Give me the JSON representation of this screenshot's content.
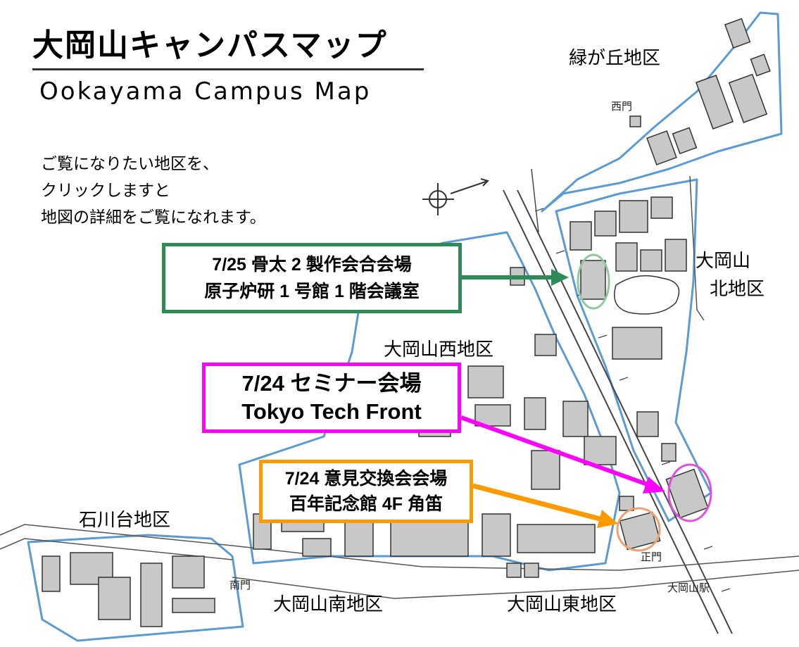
{
  "title": {
    "japanese": "大岡山キャンパスマップ",
    "english": "Ookayama Campus Map"
  },
  "instructions": [
    "ご覧になりたい地区を、",
    "クリックしますと",
    "地図の詳細をご覧になれます。"
  ],
  "districts": {
    "midorigaoka": "緑が丘地区",
    "north_line1": "大岡山",
    "north_line2": "北地区",
    "west": "大岡山西地区",
    "ishikawadai": "石川台地区",
    "south": "大岡山南地区",
    "east": "大岡山東地区"
  },
  "places": {
    "west_gate": "西門",
    "south_gate": "南門",
    "main_gate": "正門",
    "station": "大岡山駅"
  },
  "callouts": {
    "green": {
      "line1": "7/25  骨太 2 製作会合会場",
      "line2": "原子炉研 1 号館 1 階会議室",
      "color": "#2e8b57"
    },
    "magenta": {
      "line1": "7/24  セミナー会場",
      "line2": "Tokyo Tech Front",
      "color": "#ff00ff"
    },
    "orange": {
      "line1": "7/24 意見交換会会場",
      "line2": "百年記念館 4F 角笛",
      "color": "#ff9900"
    }
  },
  "colors": {
    "boundary": "#5b9bd5",
    "building_fill": "#c8c8c8",
    "road": "#555555"
  }
}
